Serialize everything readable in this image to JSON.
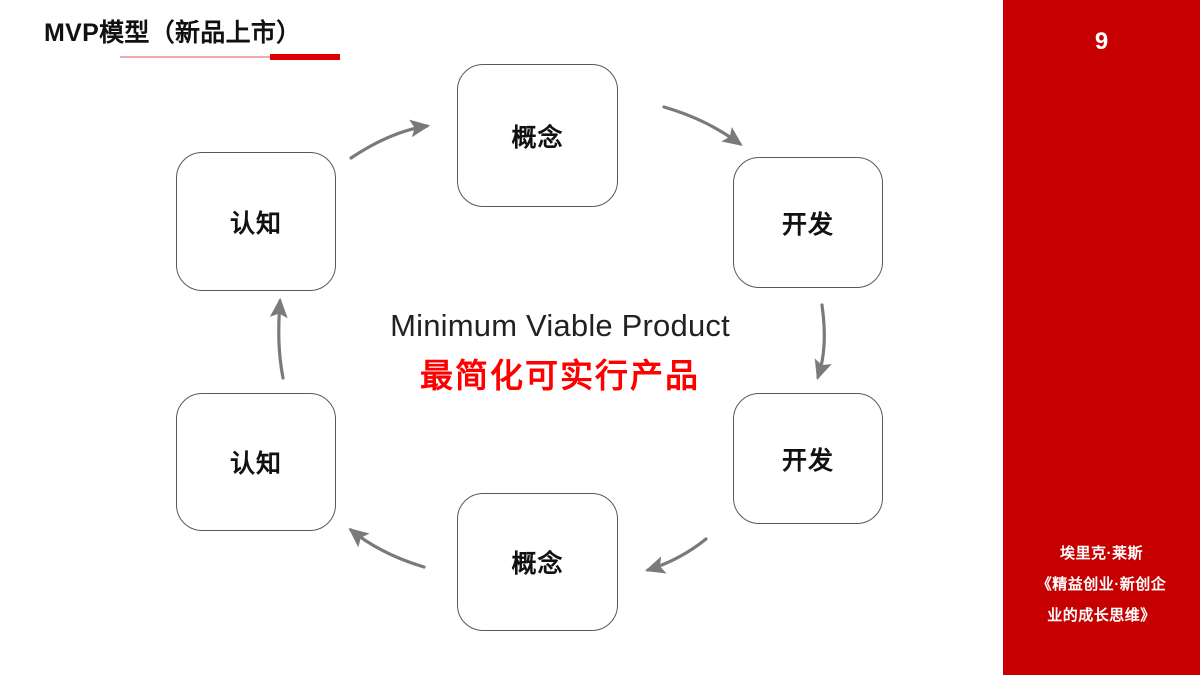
{
  "slide": {
    "title": "MVP模型（新品上市）",
    "page_number": "9",
    "accent_color": "#c60000",
    "underline_light_color": "#f4a9a9",
    "underline_bold_color": "#e00000",
    "background_color": "#ffffff"
  },
  "center": {
    "english": "Minimum Viable Product",
    "chinese": "最简化可实行产品",
    "chinese_color": "#ff0000"
  },
  "cycle": {
    "nodes": [
      {
        "id": "top",
        "label": "概念",
        "position": "top"
      },
      {
        "id": "right-up",
        "label": "开发",
        "position": "right-upper"
      },
      {
        "id": "right-dn",
        "label": "开发",
        "position": "right-lower"
      },
      {
        "id": "bottom",
        "label": "概念",
        "position": "bottom"
      },
      {
        "id": "left-dn",
        "label": "认知",
        "position": "left-lower"
      },
      {
        "id": "left-up",
        "label": "认知",
        "position": "left-upper"
      }
    ],
    "arrow_color": "#7a7a7a",
    "arrows": [
      {
        "from": "left-up",
        "to": "top",
        "direction": "up-right"
      },
      {
        "from": "top",
        "to": "right-up",
        "direction": "down-right"
      },
      {
        "from": "right-up",
        "to": "right-dn",
        "direction": "down"
      },
      {
        "from": "right-dn",
        "to": "bottom",
        "direction": "down-left"
      },
      {
        "from": "bottom",
        "to": "left-dn",
        "direction": "up-left"
      },
      {
        "from": "left-dn",
        "to": "left-up",
        "direction": "up"
      }
    ]
  },
  "sidebar": {
    "caption_lines": [
      "埃里克·莱斯",
      "《精益创业·新创企",
      "业的成长思维》"
    ]
  }
}
